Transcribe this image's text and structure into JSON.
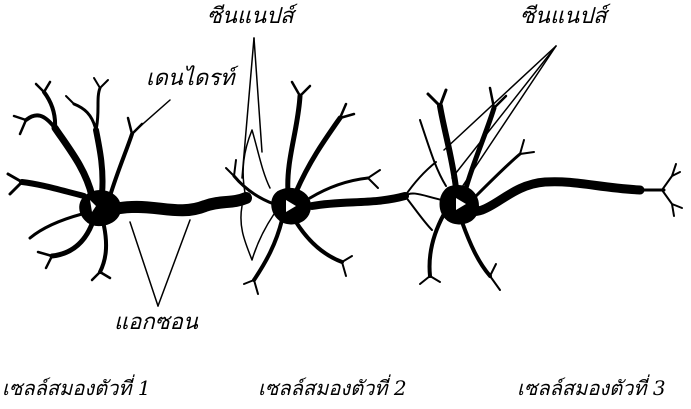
{
  "labels": {
    "synapse_left": "ซีนแนปส์",
    "synapse_right": "ซีนแนปส์",
    "dendrite": "เดนไดรท์",
    "axon": "แอกซอน"
  },
  "captions": {
    "cell_1": "เซลล์สมองตัวที่ 1",
    "cell_2": "เซลล์สมองตัวที่ 2",
    "cell_3": "เซลล์สมองตัวที่ 3"
  },
  "colors": {
    "ink": "#000000",
    "background": "#ffffff"
  }
}
